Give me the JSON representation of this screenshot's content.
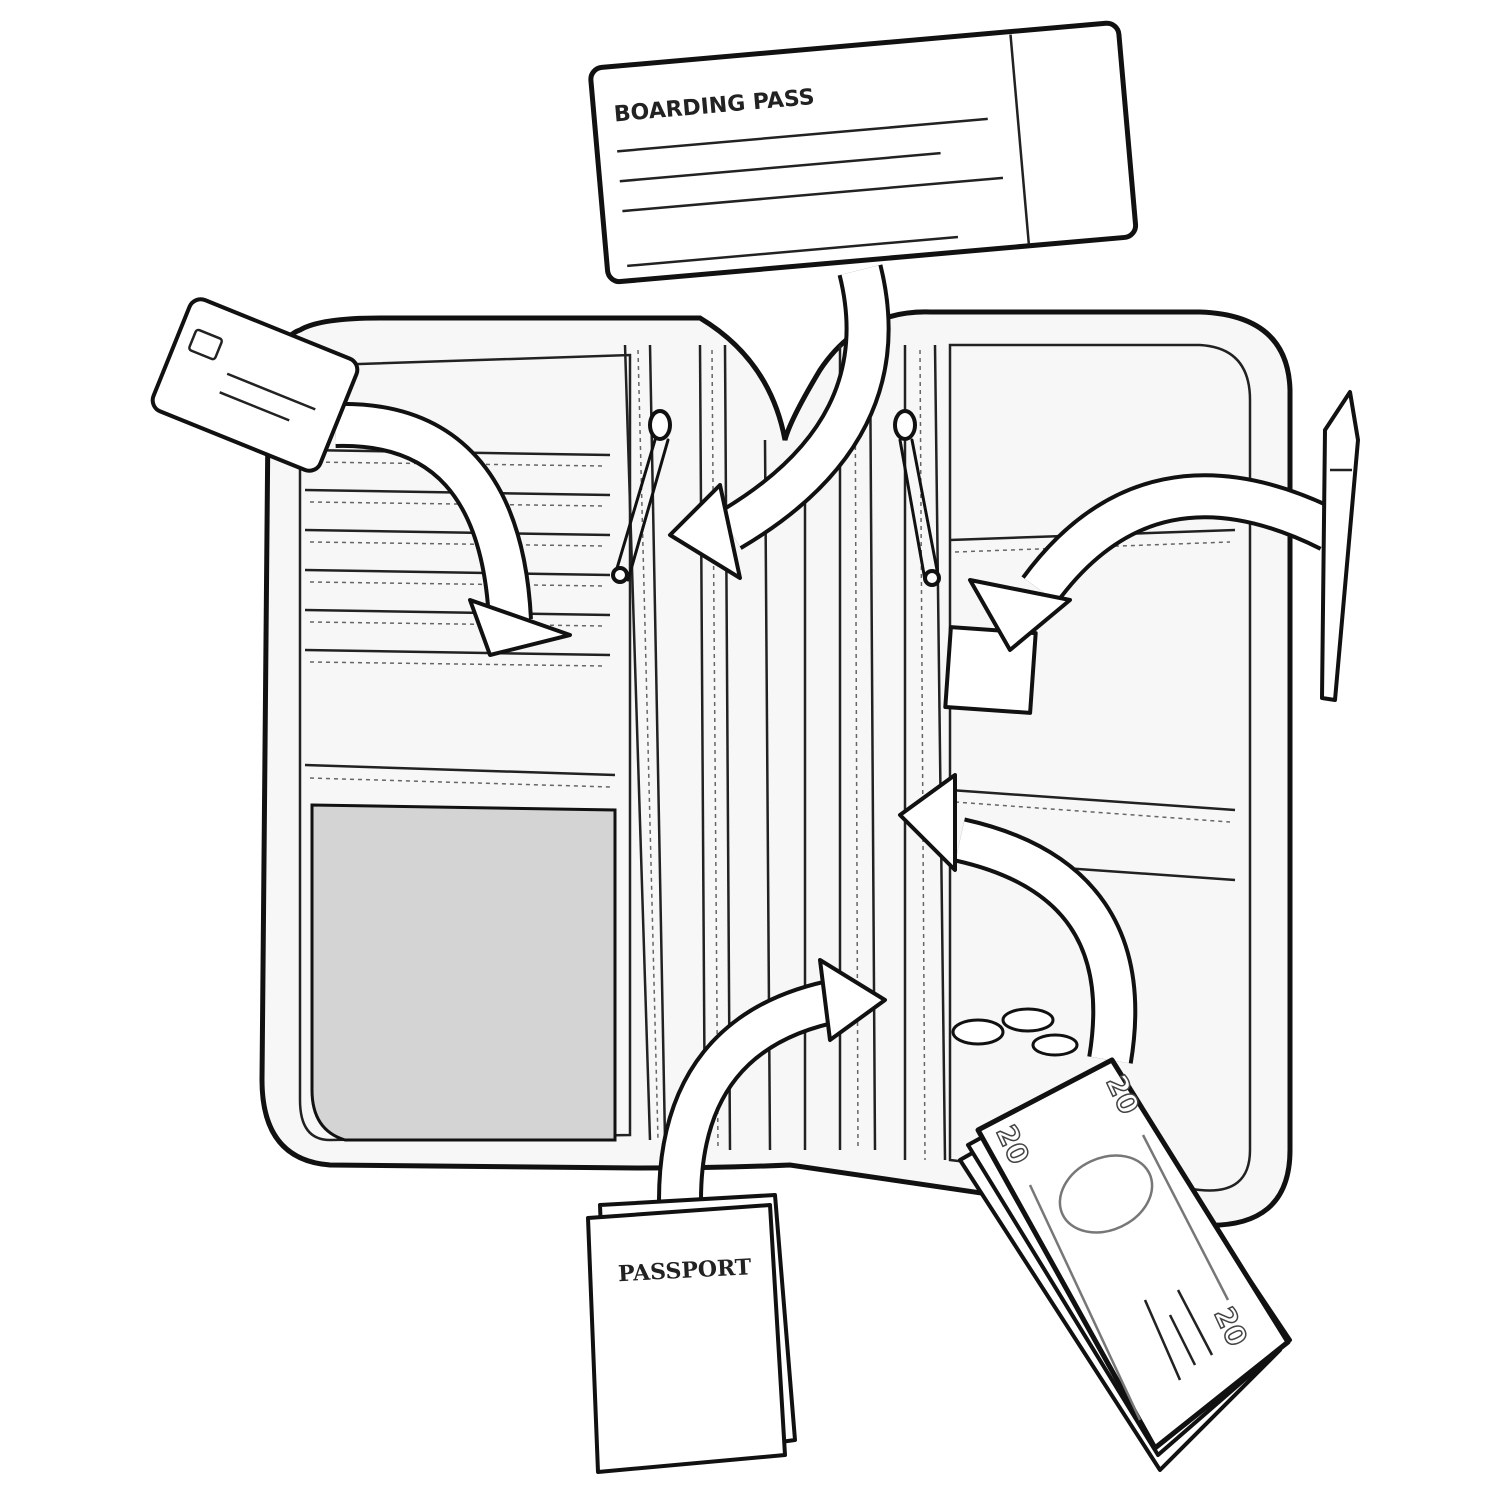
{
  "boarding_pass": {
    "title": "BOARDING PASS"
  },
  "passport": {
    "title": "PASSPORT"
  },
  "banknote": {
    "denomination": "20"
  },
  "colors": {
    "outline": "#111111",
    "mesh": "#d4d4d4",
    "panel": "#f7f7f7"
  }
}
